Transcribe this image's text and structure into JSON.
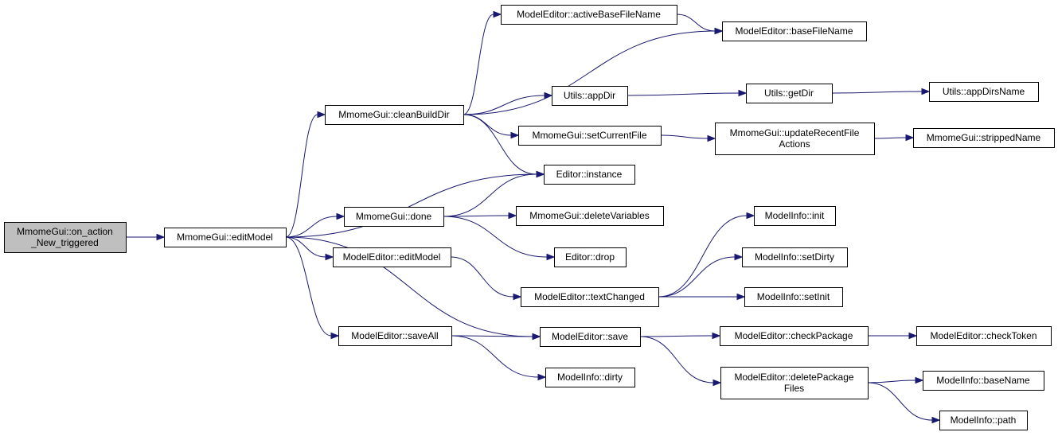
{
  "diagram": {
    "edge_color": "#191970",
    "node_fill": "#ffffff",
    "root_fill": "#bfbfbf",
    "nodes": [
      {
        "id": "root",
        "lines": [
          "MmomeGui::on_action",
          "_New_triggered"
        ]
      },
      {
        "id": "editModel",
        "lines": [
          "MmomeGui::editModel"
        ]
      },
      {
        "id": "cleanBuildDir",
        "lines": [
          "MmomeGui::cleanBuildDir"
        ]
      },
      {
        "id": "done",
        "lines": [
          "MmomeGui::done"
        ]
      },
      {
        "id": "meEditModel",
        "lines": [
          "ModelEditor::editModel"
        ]
      },
      {
        "id": "saveAll",
        "lines": [
          "ModelEditor::saveAll"
        ]
      },
      {
        "id": "activeBase",
        "lines": [
          "ModelEditor::activeBaseFileName"
        ]
      },
      {
        "id": "appDir",
        "lines": [
          "Utils::appDir"
        ]
      },
      {
        "id": "setCurrentFile",
        "lines": [
          "MmomeGui::setCurrentFile"
        ]
      },
      {
        "id": "instance",
        "lines": [
          "Editor::instance"
        ]
      },
      {
        "id": "deleteVariables",
        "lines": [
          "MmomeGui::deleteVariables"
        ]
      },
      {
        "id": "drop",
        "lines": [
          "Editor::drop"
        ]
      },
      {
        "id": "textChanged",
        "lines": [
          "ModelEditor::textChanged"
        ]
      },
      {
        "id": "save",
        "lines": [
          "ModelEditor::save"
        ]
      },
      {
        "id": "dirty",
        "lines": [
          "ModelInfo::dirty"
        ]
      },
      {
        "id": "baseFileName",
        "lines": [
          "ModelEditor::baseFileName"
        ]
      },
      {
        "id": "getDir",
        "lines": [
          "Utils::getDir"
        ]
      },
      {
        "id": "updateRecent",
        "lines": [
          "MmomeGui::updateRecentFile",
          "Actions"
        ]
      },
      {
        "id": "init",
        "lines": [
          "ModelInfo::init"
        ]
      },
      {
        "id": "setDirty",
        "lines": [
          "ModelInfo::setDirty"
        ]
      },
      {
        "id": "setInit",
        "lines": [
          "ModelInfo::setInit"
        ]
      },
      {
        "id": "checkPackage",
        "lines": [
          "ModelEditor::checkPackage"
        ]
      },
      {
        "id": "deletePackage",
        "lines": [
          "ModelEditor::deletePackage",
          "Files"
        ]
      },
      {
        "id": "appDirsName",
        "lines": [
          "Utils::appDirsName"
        ]
      },
      {
        "id": "strippedName",
        "lines": [
          "MmomeGui::strippedName"
        ]
      },
      {
        "id": "checkToken",
        "lines": [
          "ModelEditor::checkToken"
        ]
      },
      {
        "id": "baseName",
        "lines": [
          "ModelInfo::baseName"
        ]
      },
      {
        "id": "path",
        "lines": [
          "ModelInfo::path"
        ]
      }
    ],
    "edges": [
      [
        "root",
        "editModel"
      ],
      [
        "editModel",
        "cleanBuildDir"
      ],
      [
        "editModel",
        "instance"
      ],
      [
        "editModel",
        "done"
      ],
      [
        "editModel",
        "meEditModel"
      ],
      [
        "editModel",
        "saveAll"
      ],
      [
        "editModel",
        "save"
      ],
      [
        "cleanBuildDir",
        "activeBase"
      ],
      [
        "cleanBuildDir",
        "baseFileName"
      ],
      [
        "cleanBuildDir",
        "appDir"
      ],
      [
        "cleanBuildDir",
        "setCurrentFile"
      ],
      [
        "cleanBuildDir",
        "instance"
      ],
      [
        "activeBase",
        "baseFileName"
      ],
      [
        "appDir",
        "getDir"
      ],
      [
        "getDir",
        "appDirsName"
      ],
      [
        "setCurrentFile",
        "updateRecent"
      ],
      [
        "updateRecent",
        "strippedName"
      ],
      [
        "done",
        "instance"
      ],
      [
        "done",
        "deleteVariables"
      ],
      [
        "done",
        "drop"
      ],
      [
        "meEditModel",
        "textChanged"
      ],
      [
        "textChanged",
        "init"
      ],
      [
        "textChanged",
        "setDirty"
      ],
      [
        "textChanged",
        "setInit"
      ],
      [
        "saveAll",
        "save"
      ],
      [
        "saveAll",
        "dirty"
      ],
      [
        "save",
        "checkPackage"
      ],
      [
        "save",
        "deletePackage"
      ],
      [
        "checkPackage",
        "checkToken"
      ],
      [
        "deletePackage",
        "baseName"
      ],
      [
        "deletePackage",
        "path"
      ]
    ]
  }
}
